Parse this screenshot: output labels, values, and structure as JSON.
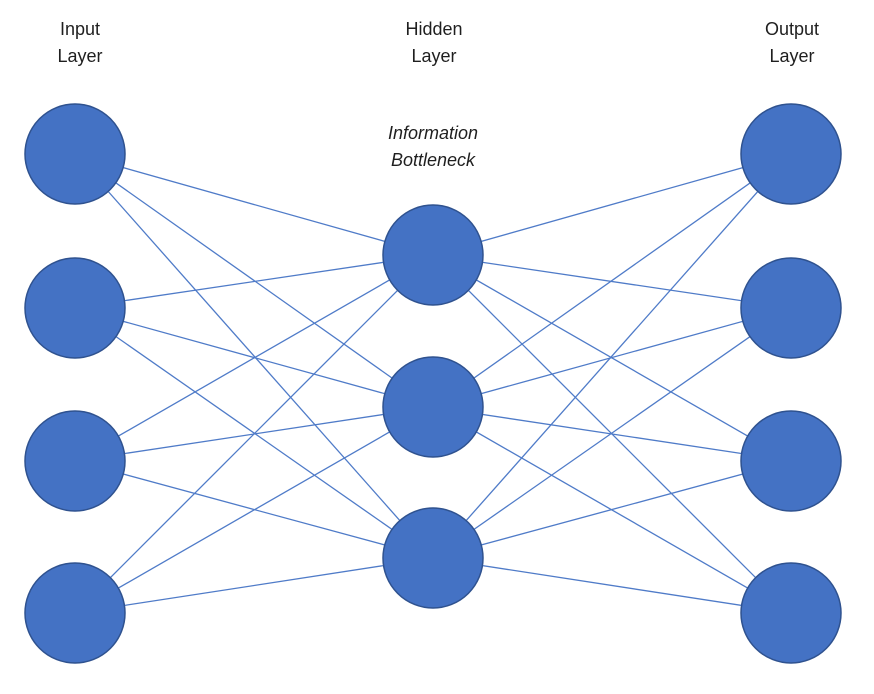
{
  "labels": {
    "input": {
      "line1": "Input",
      "line2": "Layer"
    },
    "hidden": {
      "line1": "Hidden",
      "line2": "Layer"
    },
    "output": {
      "line1": "Output",
      "line2": "Layer"
    }
  },
  "annotation": {
    "line1": "Information",
    "line2": "Bottleneck"
  },
  "layers": [
    {
      "name": "input",
      "node_count": 4
    },
    {
      "name": "hidden",
      "node_count": 3
    },
    {
      "name": "output",
      "node_count": 4
    }
  ],
  "colors": {
    "node_fill": "#4472c4",
    "node_stroke": "#2f528f",
    "edge": "#4f7bc8"
  }
}
